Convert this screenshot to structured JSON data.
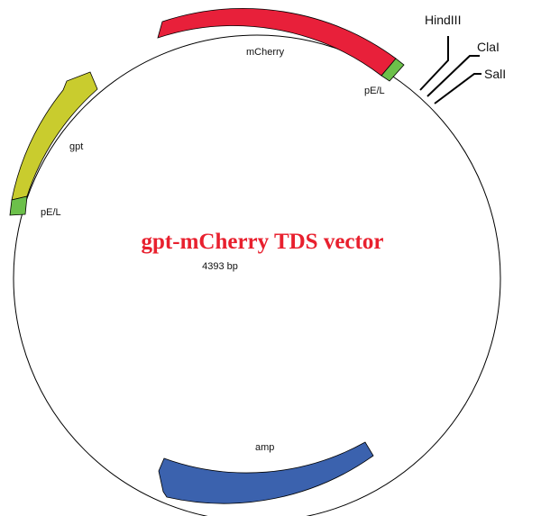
{
  "vector": {
    "title": "gpt-mCherry TDS vector",
    "size": "4393 bp",
    "title_color": "#e8202e"
  },
  "features": {
    "mcherry": {
      "label": "mCherry",
      "color": "#e8203a"
    },
    "pel_right": {
      "label": "pE/L",
      "color": "#6cc04a"
    },
    "gpt": {
      "label": "gpt",
      "color": "#c9cc2e"
    },
    "pel_left": {
      "label": "pE/L",
      "color": "#6cc04a"
    },
    "amp": {
      "label": "amp",
      "color": "#3b62ae"
    }
  },
  "sites": [
    "HindIII",
    "ClaI",
    "SalI"
  ]
}
